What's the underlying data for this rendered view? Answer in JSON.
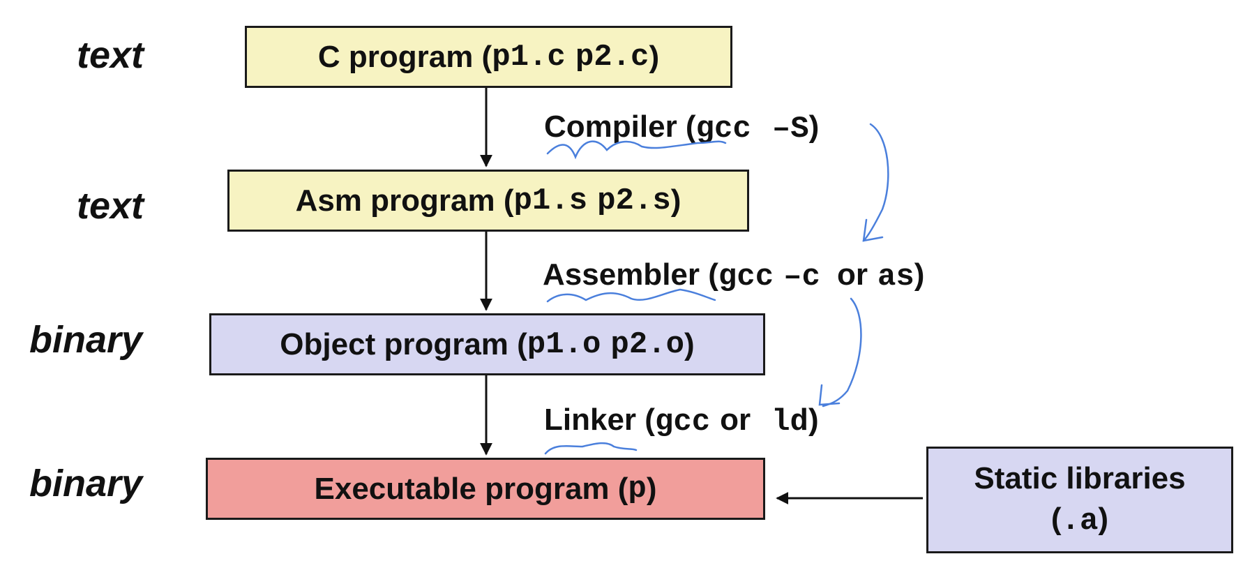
{
  "kinds": [
    "text",
    "text",
    "binary",
    "binary"
  ],
  "boxes": {
    "c": {
      "label": "C program (",
      "f1": "p1.c",
      "f2": "p2.c",
      "close": ")",
      "color": "#f7f3c2"
    },
    "asm": {
      "label": "Asm program (",
      "f1": "p1.s",
      "f2": "p2.s",
      "close": ")",
      "color": "#f7f3c2"
    },
    "obj": {
      "label": "Object program (",
      "f1": "p1.o",
      "f2": "p2.o",
      "close": ")",
      "color": "#d7d7f2"
    },
    "exe": {
      "label": "Executable program (",
      "f1": "p",
      "close": ")",
      "color": "#f19e9b"
    },
    "lib": {
      "line1": "Static libraries",
      "line2_open": "(",
      "ext": ".a",
      "line2_close": ")",
      "color": "#d7d7f2"
    }
  },
  "steps": {
    "compiler": {
      "name": "Compiler",
      "open": " (",
      "cmd1": "gcc",
      "cmd2": "–S",
      "close": ")"
    },
    "assembler": {
      "name": "Assembler",
      "open": " (",
      "cmd1": "gcc",
      "cmd2": "–c",
      "or": "or",
      "cmd3": "as",
      "close": ")"
    },
    "linker": {
      "name": "Linker",
      "open": " (",
      "cmd1": "gcc",
      "or": "or",
      "cmd2": "ld",
      "close": ")"
    }
  },
  "colors": {
    "arrow": "#111111",
    "annotation": "#4a7fdc",
    "border": "#1a1a1a"
  }
}
